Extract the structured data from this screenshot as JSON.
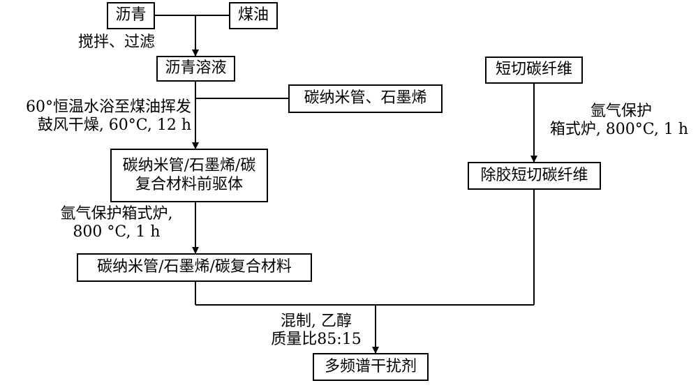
{
  "nodes": {
    "asphalt": "沥青",
    "kerosene": "煤油",
    "asphalt_solution": "沥青溶液",
    "cnt_graphene": "碳纳米管、石墨烯",
    "precursor_line1": "碳纳米管/石墨烯/碳",
    "precursor_line2": "复合材料前驱体",
    "composite": "碳纳米管/石墨烯/碳复合材料",
    "short_cf": "短切碳纤维",
    "degummed_cf": "除胶短切碳纤维",
    "product": "多频谱干扰剂"
  },
  "labels": {
    "stir_filter": "搅拌、过滤",
    "bath_line1": "60°恒温水浴至煤油挥发",
    "bath_line2": "鼓风干燥, 60°C, 12 h",
    "anneal_left_line1": "氩气保护箱式炉,",
    "anneal_left_line2": "800 °C, 1 h",
    "anneal_right_line1": "氩气保护",
    "anneal_right_line2": "箱式炉, 800°C, 1 h",
    "mix_line1": "混制, 乙醇",
    "mix_line2": "质量比85:15"
  }
}
